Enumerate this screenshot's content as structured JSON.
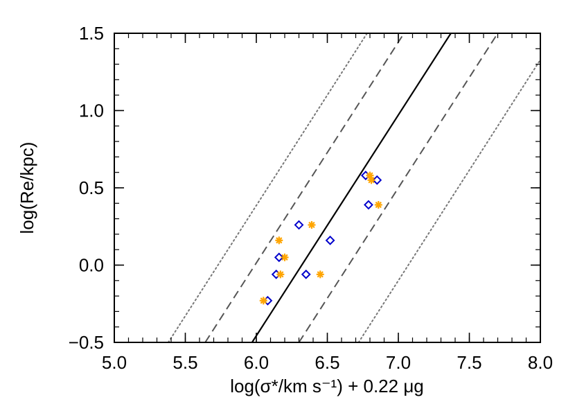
{
  "chart_data": {
    "type": "scatter",
    "title": "",
    "xlabel": "log(σ*/km s⁻¹) + 0.22 μg",
    "ylabel": "log(Re/kpc)",
    "xlim": [
      5.0,
      8.0
    ],
    "ylim": [
      -0.5,
      1.5
    ],
    "xticks": [
      5.0,
      5.5,
      6.0,
      6.5,
      7.0,
      7.5,
      8.0
    ],
    "yticks": [
      -0.5,
      0.0,
      0.5,
      1.0,
      1.5
    ],
    "xtick_labels": [
      "5.0",
      "5.5",
      "6.0",
      "6.5",
      "7.0",
      "7.5",
      "8.0"
    ],
    "ytick_labels": [
      "−0.5",
      "0.0",
      "0.5",
      "1.0",
      "1.5"
    ],
    "grid": false,
    "legend": "none",
    "lines": [
      {
        "style": "solid",
        "color": "#000000",
        "x": [
          5.97,
          7.37
        ],
        "y": [
          -0.5,
          1.5
        ]
      },
      {
        "style": "dashed",
        "color": "#555555",
        "x": [
          5.64,
          7.04
        ],
        "y": [
          -0.5,
          1.5
        ]
      },
      {
        "style": "dashed",
        "color": "#555555",
        "x": [
          6.3,
          7.7
        ],
        "y": [
          -0.5,
          1.5
        ]
      },
      {
        "style": "dotted",
        "color": "#777777",
        "x": [
          5.38,
          6.78
        ],
        "y": [
          -0.5,
          1.5
        ]
      },
      {
        "style": "dotted",
        "color": "#777777",
        "x": [
          6.72,
          8.12
        ],
        "y": [
          -0.5,
          1.5
        ]
      }
    ],
    "series": [
      {
        "marker": "diamond",
        "color": "#0000cc",
        "x": [
          6.08,
          6.14,
          6.16,
          6.3,
          6.35,
          6.52,
          6.77,
          6.79,
          6.85
        ],
        "y": [
          -0.23,
          -0.06,
          0.05,
          0.26,
          -0.06,
          0.16,
          0.58,
          0.39,
          0.55
        ]
      },
      {
        "marker": "asterisk",
        "color": "#ffa500",
        "x": [
          6.05,
          6.16,
          6.17,
          6.2,
          6.39,
          6.45,
          6.8,
          6.81,
          6.86
        ],
        "y": [
          -0.23,
          0.16,
          -0.06,
          0.05,
          0.26,
          -0.06,
          0.58,
          0.55,
          0.39
        ]
      }
    ]
  }
}
